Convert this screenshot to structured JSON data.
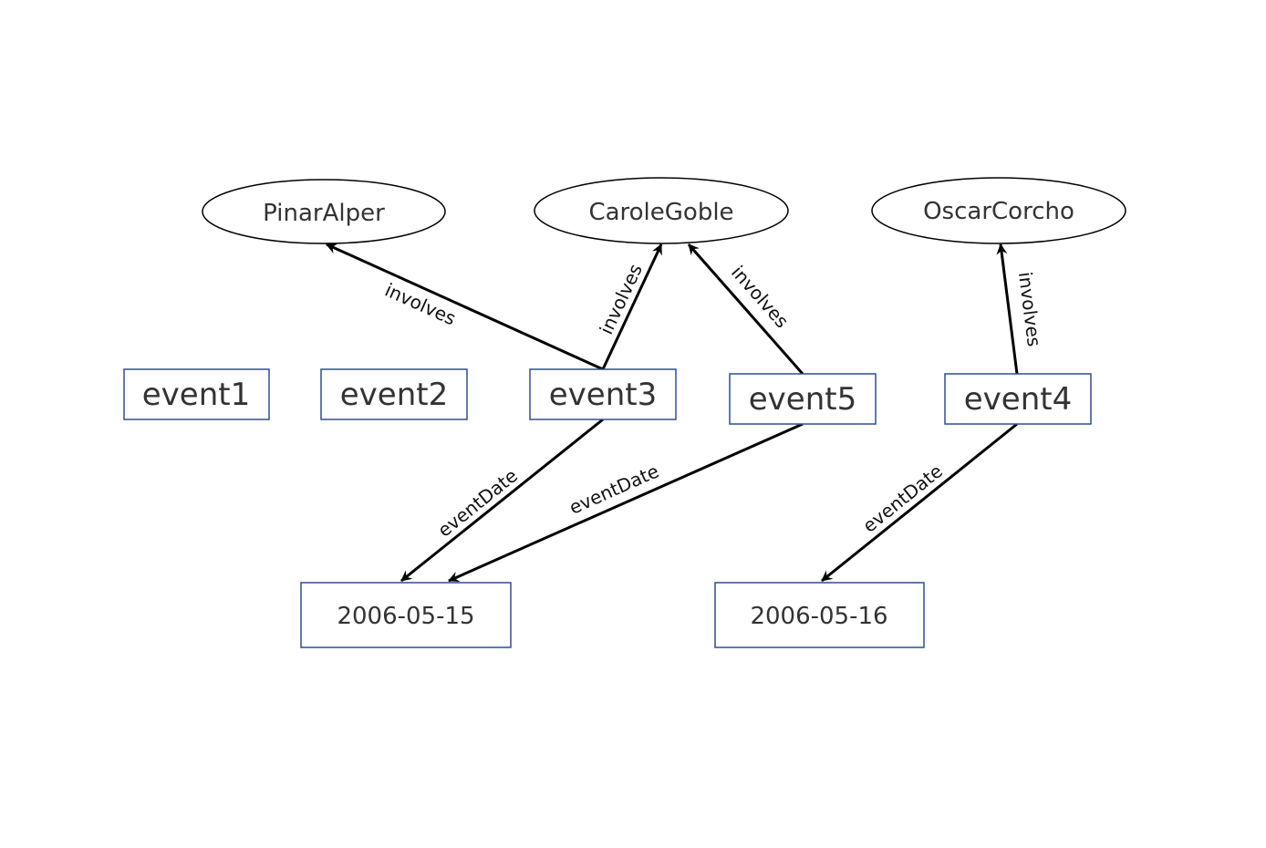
{
  "colors": {
    "box_stroke": "#2f4f8f",
    "ellipse_stroke": "#000000",
    "edge": "#000000",
    "text": "#333333"
  },
  "nodes": {
    "pinar": "PinarAlper",
    "carole": "CaroleGoble",
    "oscar": "OscarCorcho",
    "event1": "event1",
    "event2": "event2",
    "event3": "event3",
    "event5": "event5",
    "event4": "event4",
    "date1": "2006-05-15",
    "date2": "2006-05-16"
  },
  "edges": {
    "e3_pinar": "involves",
    "e3_carole": "involves",
    "e5_carole": "involves",
    "e4_oscar": "involves",
    "e3_date1": "eventDate",
    "e5_date1": "eventDate",
    "e4_date2": "eventDate"
  }
}
